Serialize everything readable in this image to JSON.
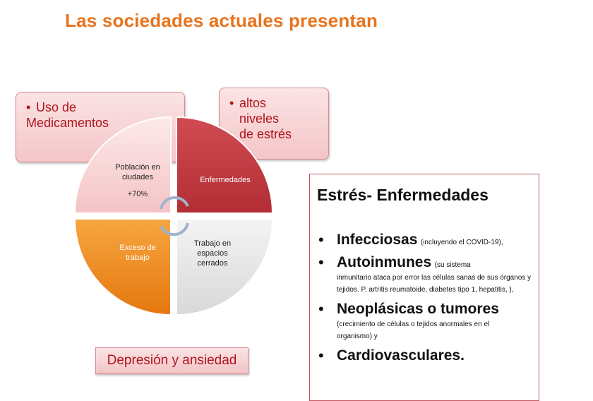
{
  "slide": {
    "title": "Las sociedades actuales presentan"
  },
  "callouts": {
    "left": {
      "bullet": "•",
      "text_line1": "Uso de",
      "text_line2": "Medicamentos"
    },
    "right": {
      "bullet": "•",
      "text_line1": "altos",
      "text_line2": "niveles",
      "text_line3": "de estrés"
    }
  },
  "cycle": {
    "segments": [
      {
        "label_line1": "Población en",
        "label_line2": "ciudades",
        "label_line3": "+70%",
        "color": "#f8d0d1"
      },
      {
        "label_line1": "Enfermedades",
        "color": "#c0383f"
      },
      {
        "label_line1": "Exceso de",
        "label_line2": "trabajo",
        "color": "#f08a1c"
      },
      {
        "label_line1": "Trabajo en",
        "label_line2": "espacios",
        "label_line3": "cerrados",
        "color": "#e6e6e6"
      }
    ]
  },
  "bottom_box": {
    "text": "Depresión y ansiedad"
  },
  "estres": {
    "title": "Estrés- Enfermedades",
    "items": [
      {
        "name": "Infecciosas",
        "note": "(incluyendo el COVID-19),"
      },
      {
        "name": "Autoinmunes",
        "note_inline": "(su sistema",
        "note_rest": "inmunitario ataca por error las células sanas de sus órganos y tejidos. P. artritis reumatoide, diabetes tipo 1, hepatitis, ),"
      },
      {
        "name": "Neoplásicas o tumores",
        "note_line1": "(crecimiento de células o tejidos anormales en el",
        "note_line2": "organismo)  y"
      },
      {
        "name": "Cardiovasculares."
      }
    ],
    "bullet": "•"
  },
  "colors": {
    "title": "#e8731c",
    "callout_text": "#b0141c",
    "box_border": "#c0565c"
  }
}
